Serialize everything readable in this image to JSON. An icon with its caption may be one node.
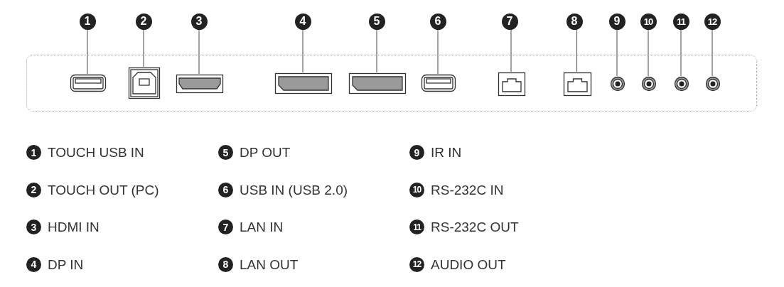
{
  "diagram": {
    "nodes": [
      {
        "text": [
          "1"
        ]
      },
      {
        "text": [
          "2"
        ]
      },
      {
        "text": [
          "3"
        ]
      },
      {
        "text": [
          "4"
        ]
      },
      {
        "text": [
          "5"
        ]
      },
      {
        "text": [
          "6"
        ]
      },
      {
        "text": [
          "7"
        ]
      },
      {
        "text": [
          "8"
        ]
      },
      {
        "text": [
          "9"
        ]
      },
      {
        "text": [
          "10"
        ]
      },
      {
        "text": [
          "11"
        ]
      },
      {
        "text": [
          "12"
        ]
      },
      {
        "text": [],
        "shape": "box"
      },
      {
        "text": [],
        "shape": "box",
        "in": 12
      },
      {
        "text": [],
        "shape": "box",
        "in": 12
      },
      {
        "text": [],
        "shape": "box",
        "in": 12
      },
      {
        "text": [],
        "shape": "box",
        "in": 12
      },
      {
        "text": [],
        "shape": "box",
        "in": 12
      },
      {
        "text": [],
        "shape": "box",
        "in": 12
      },
      {
        "text": [],
        "shape": "box",
        "in": 12
      },
      {
        "text": [],
        "shape": "box",
        "in": 12
      },
      {
        "text": [],
        "shape": "circle",
        "in": 12
      },
      {
        "text": [],
        "shape": "circle",
        "in": 12
      },
      {
        "text": [],
        "shape": "circle",
        "in": 12
      },
      {
        "text": [],
        "shape": "circle",
        "in": 12
      },
      {
        "text": [
          "1"
        ],
        "beside": [
          "TOUCH USB IN"
        ]
      },
      {
        "text": [
          "5"
        ],
        "beside": [
          "DP OUT"
        ]
      },
      {
        "text": [
          "9"
        ],
        "beside": [
          "IR IN"
        ]
      },
      {
        "text": [
          "2"
        ],
        "beside": [
          "TOUCH OUT (PC)"
        ]
      },
      {
        "text": [
          "6"
        ],
        "beside": [
          "USB IN (USB 2.0)"
        ]
      },
      {
        "text": [
          "10"
        ],
        "beside": [
          "RS-232C IN"
        ]
      },
      {
        "text": [
          "3"
        ],
        "beside": [
          "HDMI IN"
        ]
      },
      {
        "text": [
          "7"
        ],
        "beside": [
          "LAN IN"
        ]
      },
      {
        "text": [
          "11"
        ],
        "beside": [
          "RS-232C OUT"
        ]
      },
      {
        "text": [
          "4"
        ],
        "beside": [
          "DP IN"
        ]
      },
      {
        "text": [
          "8"
        ],
        "beside": [
          "LAN OUT"
        ]
      },
      {
        "text": [
          "12"
        ],
        "beside": [
          "AUDIO OUT"
        ]
      }
    ],
    "edges": [
      {
        "from": 0,
        "to": 13,
        "arrow": "none"
      },
      {
        "from": 1,
        "to": 14,
        "arrow": "none"
      },
      {
        "from": 2,
        "to": 15,
        "arrow": "none"
      },
      {
        "from": 3,
        "to": 16,
        "arrow": "none"
      },
      {
        "from": 4,
        "to": 17,
        "arrow": "none"
      },
      {
        "from": 5,
        "to": 18,
        "arrow": "none"
      },
      {
        "from": 6,
        "to": 19,
        "arrow": "none"
      },
      {
        "from": 7,
        "to": 20,
        "arrow": "none"
      },
      {
        "from": 8,
        "to": 21,
        "arrow": "none"
      },
      {
        "from": 9,
        "to": 22,
        "arrow": "none"
      },
      {
        "from": 10,
        "to": 23,
        "arrow": "none"
      },
      {
        "from": 11,
        "to": 24,
        "arrow": "none"
      }
    ]
  }
}
